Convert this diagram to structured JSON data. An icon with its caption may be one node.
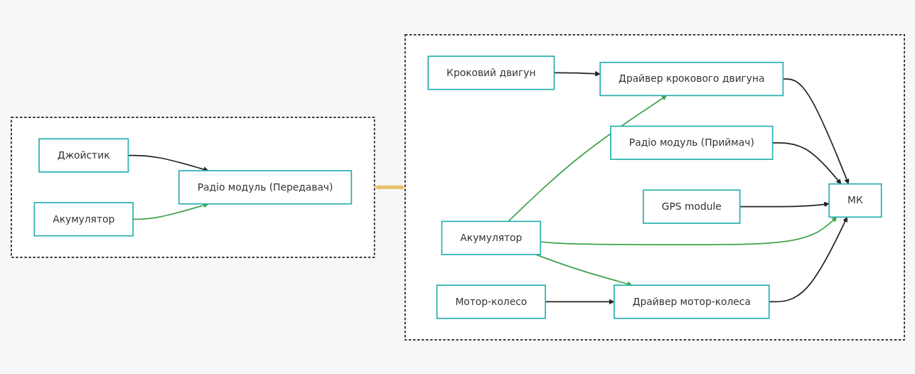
{
  "diagram": {
    "nodes": [
      {
        "text": [],
        "shape": "box"
      },
      {
        "text": [
          "Джойстик"
        ],
        "in": 0
      },
      {
        "text": [
          "Акумулятор"
        ],
        "in": 0
      },
      {
        "text": [
          "Радіо модуль (Передавач)"
        ],
        "in": 0
      },
      {
        "text": [],
        "shape": "box"
      },
      {
        "text": [
          "Кроковий двигун"
        ],
        "in": 4
      },
      {
        "text": [
          "Драйвер крокового двигуна"
        ],
        "in": 4
      },
      {
        "text": [
          "Радіо модуль (Приймач)"
        ],
        "in": 4
      },
      {
        "text": [
          "МК"
        ],
        "in": 4
      },
      {
        "text": [
          "GPS module"
        ],
        "in": 4
      },
      {
        "text": [
          "Акумулятор"
        ],
        "in": 4
      },
      {
        "text": [
          "Мотор-колесо"
        ],
        "in": 4
      },
      {
        "text": [
          "Драйвер мотор-колеса"
        ],
        "in": 4
      }
    ],
    "edges": [
      {
        "from": 1,
        "to": 3,
        "arrow": "to"
      },
      {
        "from": 2,
        "to": 3,
        "arrow": "to",
        "color": "#3fa34d"
      },
      {
        "from": 0,
        "to": 4,
        "arrow": "both",
        "style": "thick",
        "color": "#e8c170"
      },
      {
        "from": 5,
        "to": 6,
        "arrow": "to"
      },
      {
        "from": 6,
        "to": 8,
        "arrow": "to"
      },
      {
        "from": 10,
        "to": 6,
        "arrow": "to",
        "color": "#3fa34d"
      },
      {
        "from": 10,
        "to": 8,
        "arrow": "to",
        "color": "#3fa34d"
      },
      {
        "from": 7,
        "to": 8,
        "arrow": "to"
      },
      {
        "from": 9,
        "to": 8,
        "arrow": "to"
      },
      {
        "from": 12,
        "to": 8,
        "arrow": "to"
      },
      {
        "from": 11,
        "to": 12,
        "arrow": "to"
      },
      {
        "from": 10,
        "to": 12,
        "arrow": "to",
        "color": "#3fa34d"
      }
    ]
  }
}
